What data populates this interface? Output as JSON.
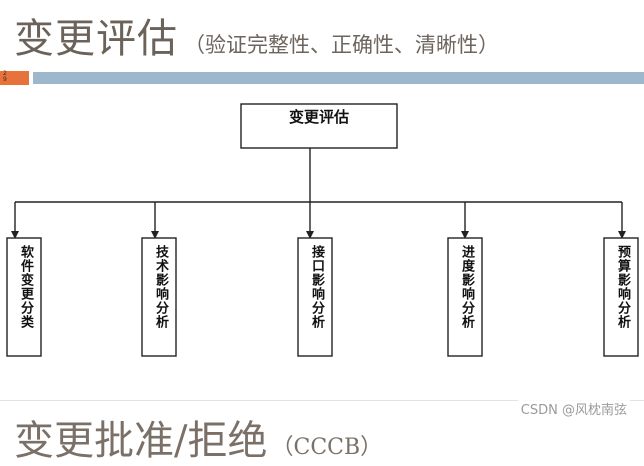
{
  "slide": {
    "title": "变更评估",
    "subtitle": "（验证完整性、正确性、清晰性）",
    "page_number": "2\n9"
  },
  "diagram": {
    "root": "变更评估",
    "children": [
      "软件变更分类",
      "技术影响分析",
      "接口影响分析",
      "进度影响分析",
      "预算影响分析"
    ]
  },
  "next_slide": {
    "title": "变更批准/拒绝",
    "subtitle": "（CCCB）"
  },
  "watermark": "CSDN @风枕南弦",
  "colors": {
    "title_text": "#6b625a",
    "bar_orange": "#e8733a",
    "bar_blue": "#9db7cc",
    "line": "#222222"
  }
}
